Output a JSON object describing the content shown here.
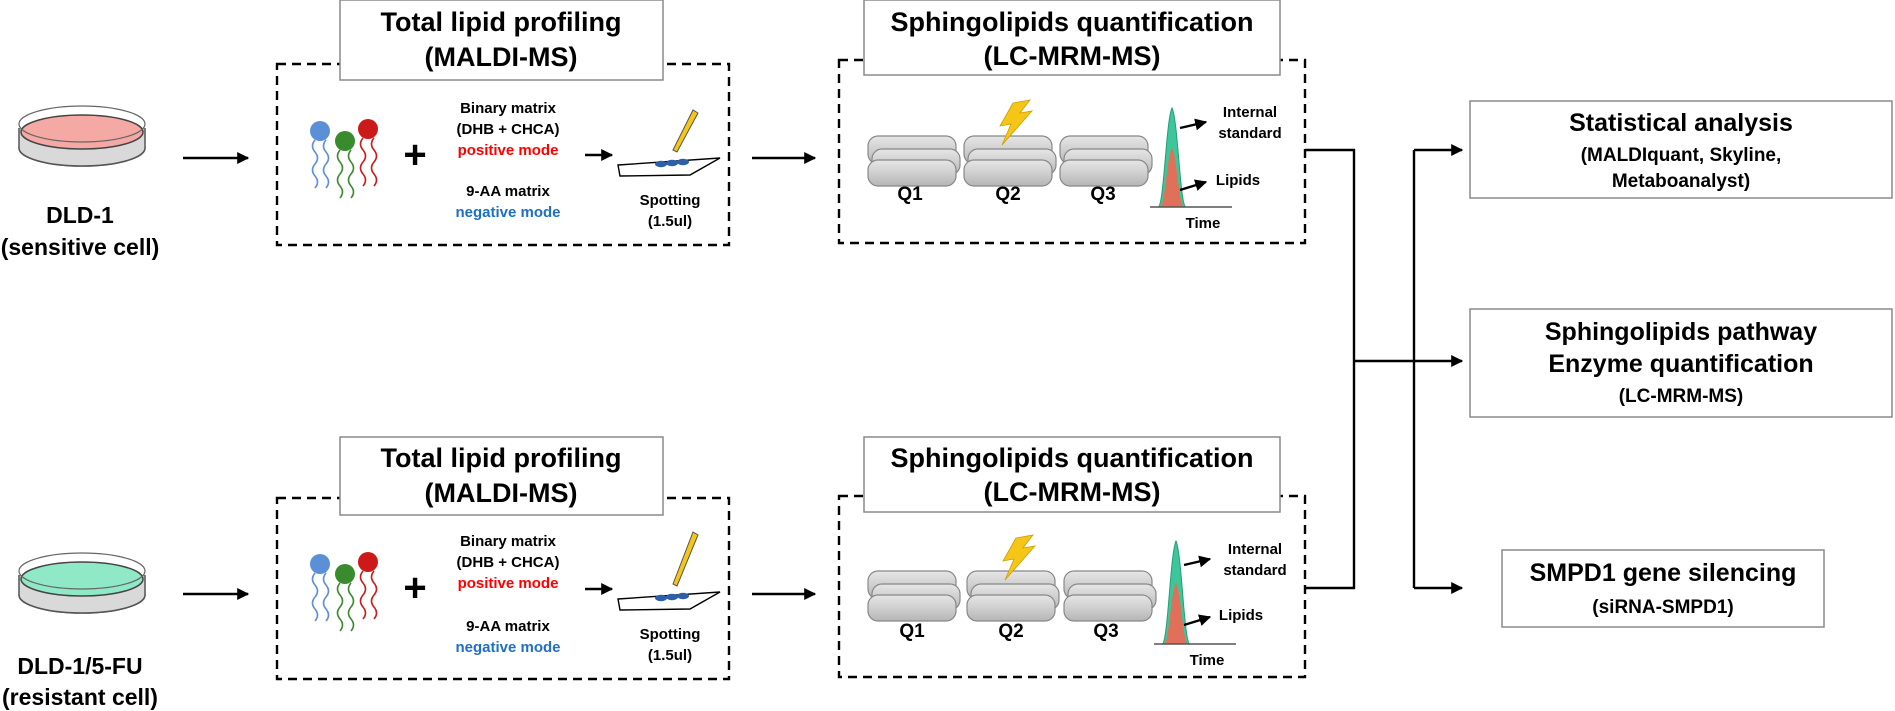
{
  "cells": {
    "sensitive": {
      "line1": "DLD-1",
      "line2": "(sensitive cell)",
      "dish_color": "#f5a9a4"
    },
    "resistant": {
      "line1": "DLD-1/5-FU",
      "line2": "(resistant cell)",
      "dish_color": "#8fe8c6"
    }
  },
  "maldi": {
    "title_line1": "Total lipid profiling",
    "title_line2": "(MALDI-MS)",
    "plus": "+",
    "binary_matrix": "Binary matrix",
    "dhb_chca": "(DHB + CHCA)",
    "positive_mode": "positive mode",
    "aa_matrix": "9-AA matrix",
    "negative_mode": "negative mode",
    "spotting": "Spotting",
    "volume": "(1.5ul)",
    "positive_color": "#ff0000",
    "negative_color": "#1f6fc2",
    "lipid_colors": [
      "#5b8fd6",
      "#3a8a2e",
      "#cc1a1a"
    ]
  },
  "lcms": {
    "title_line1": "Sphingolipids quantification",
    "title_line2": "(LC-MRM-MS)",
    "q1": "Q1",
    "q2": "Q2",
    "q3": "Q3",
    "internal": "Internal",
    "standard": "standard",
    "lipids": "Lipids",
    "time": "Time",
    "peak_standard_color": "#3cc79a",
    "peak_lipid_color": "#e0705a",
    "lightning_color": "#f5c518"
  },
  "results": {
    "statistical": {
      "title": "Statistical analysis",
      "line2": "(MALDIquant, Skyline,",
      "line3": "Metaboanalyst)"
    },
    "pathway": {
      "title1": "Sphingolipids pathway",
      "title2": "Enzyme quantification",
      "sub": "(LC-MRM-MS)"
    },
    "silencing": {
      "title": "SMPD1 gene silencing",
      "sub": "(siRNA-SMPD1)"
    }
  }
}
